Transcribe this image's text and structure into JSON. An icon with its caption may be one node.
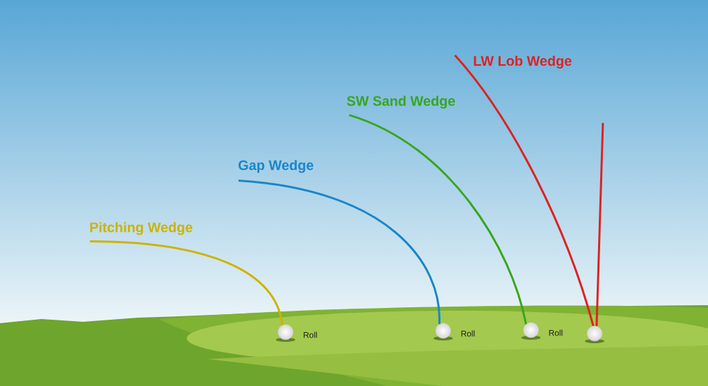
{
  "diagram": {
    "nodes": [
      {
        "text": [
          "Pitching Wedge"
        ]
      },
      {
        "text": [
          "Gap Wedge"
        ]
      },
      {
        "text": [
          "SW Sand Wedge"
        ]
      },
      {
        "text": [
          "LW Lob Wedge"
        ]
      },
      {
        "text": [],
        "shape": "circle",
        "beside": [
          "Roll"
        ]
      },
      {
        "text": [],
        "shape": "circle",
        "beside": [
          "Roll"
        ]
      },
      {
        "text": [],
        "shape": "circle",
        "beside": [
          "Roll"
        ]
      },
      {
        "text": [],
        "shape": "circle"
      }
    ],
    "edges": [
      {
        "from": 0,
        "to": 4,
        "arrow": "none",
        "color": "#cdb300"
      },
      {
        "from": 1,
        "to": 5,
        "arrow": "none",
        "color": "#1a86c8"
      },
      {
        "from": 2,
        "to": 6,
        "arrow": "none",
        "color": "#38a620"
      },
      {
        "from": 3,
        "to": 7,
        "arrow": "none",
        "color": "#dd2222"
      },
      {
        "from": 7,
        "to": null,
        "arrow": "none",
        "color": "#dd2222"
      }
    ]
  }
}
